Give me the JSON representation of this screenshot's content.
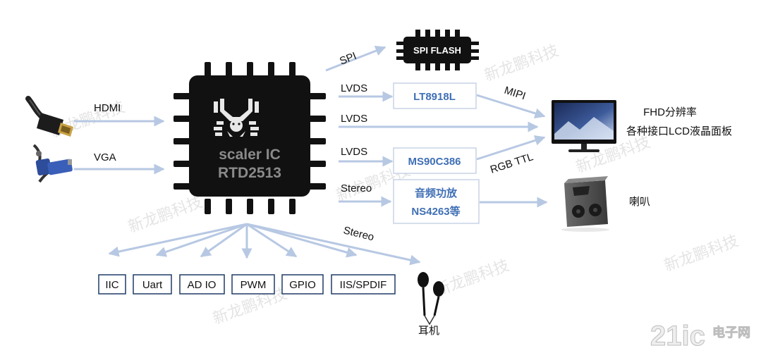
{
  "chip": {
    "line1": "scaler IC",
    "line2": "RTD2513"
  },
  "inputs": {
    "hdmi": "HDMI",
    "vga": "VGA"
  },
  "outputs": {
    "spi": "SPI",
    "spi_flash": "SPI FLASH",
    "lvds1": "LVDS",
    "lvds2": "LVDS",
    "lvds3": "LVDS",
    "stereo1": "Stereo",
    "stereo2": "Stereo",
    "lt8918l": "LT8918L",
    "ms90c386": "MS90C386",
    "amp_line1": "音频功放",
    "amp_line2": "NS4263等",
    "mipi": "MIPI",
    "rgb_ttl": "RGB TTL",
    "panel_line1": "FHD分辨率",
    "panel_line2": "各种接口LCD液晶面板",
    "speaker": "喇叭",
    "earphone": "耳机"
  },
  "interfaces": [
    "IIC",
    "Uart",
    "AD IO",
    "PWM",
    "GPIO",
    "IIS/SPDIF"
  ],
  "watermark": "新龙鹏科技",
  "logo": {
    "main": "21ic",
    "sub": "电子网"
  },
  "colors": {
    "arrow": "#b7c8e3",
    "chip": "#111111",
    "box_border": "#c8d3e6",
    "box_text": "#3f6fb5",
    "iface_border": "#1f3b66"
  }
}
